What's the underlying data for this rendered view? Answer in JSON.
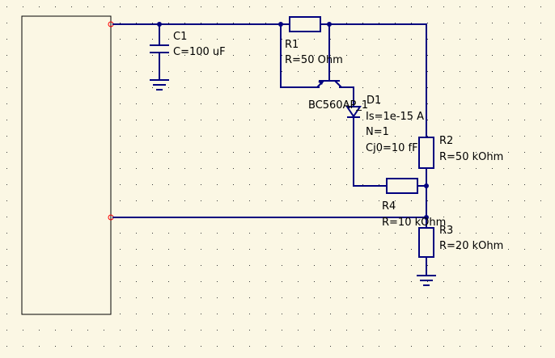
{
  "canvas": {
    "background": "#fbf7e4",
    "wire_color": "#00007f",
    "pin_color": "#ff0000",
    "grid": true
  },
  "components": {
    "c1": {
      "name": "C1",
      "value": "C=100 uF"
    },
    "r1": {
      "name": "R1",
      "value": "R=50 Ohm"
    },
    "q1": {
      "name": "BC560AP_1"
    },
    "d1": {
      "name": "D1",
      "is": "Is=1e-15 A",
      "n": "N=1",
      "cj0": "Cj0=10 fF"
    },
    "r2": {
      "name": "R2",
      "value": "R=50 kOhm"
    },
    "r3": {
      "name": "R3",
      "value": "R=20 kOhm"
    },
    "r4": {
      "name": "R4",
      "value": "R=10 kOhm"
    }
  }
}
